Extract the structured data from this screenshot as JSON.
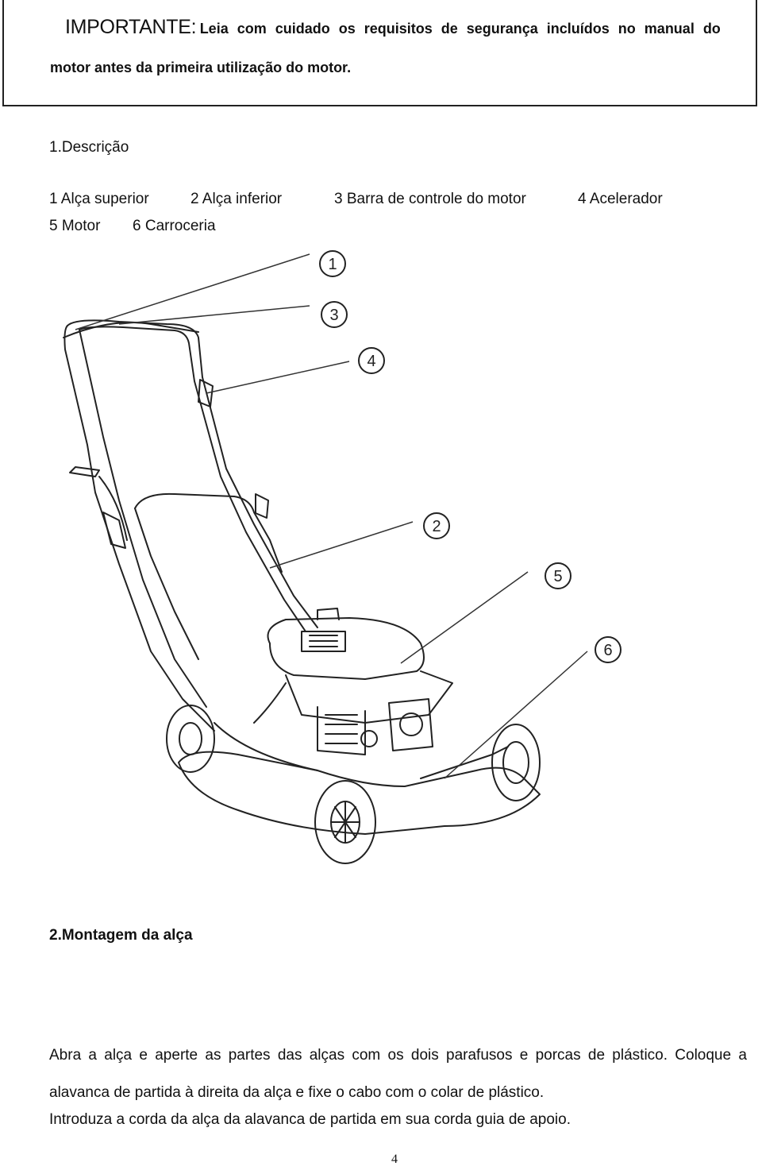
{
  "notice": {
    "label": "IMPORTANTE:",
    "line1": "Leia com cuidado os requisitos de segurança incluídos no manual do",
    "line2": "motor antes da primeira utilização do motor."
  },
  "section1": {
    "title": "1.Descrição",
    "parts": [
      "1 Alça superior",
      "2 Alça inferior",
      "3 Barra de controle do motor",
      "4 Acelerador",
      "5 Motor",
      "6 Carroceria"
    ]
  },
  "diagram": {
    "callouts": [
      "1",
      "3",
      "4",
      "2",
      "5",
      "6"
    ]
  },
  "section2": {
    "title": "2.Montagem da alça",
    "paragraph_lines": [
      "Abra a alça e aperte as partes das alças com os dois parafusos e porcas de plástico. Coloque a",
      "alavanca de partida à direita da alça e fixe o cabo com o colar de plástico.",
      "Introduza a corda da alça da alavanca de partida em sua corda guia de apoio."
    ]
  },
  "page_number": "4"
}
